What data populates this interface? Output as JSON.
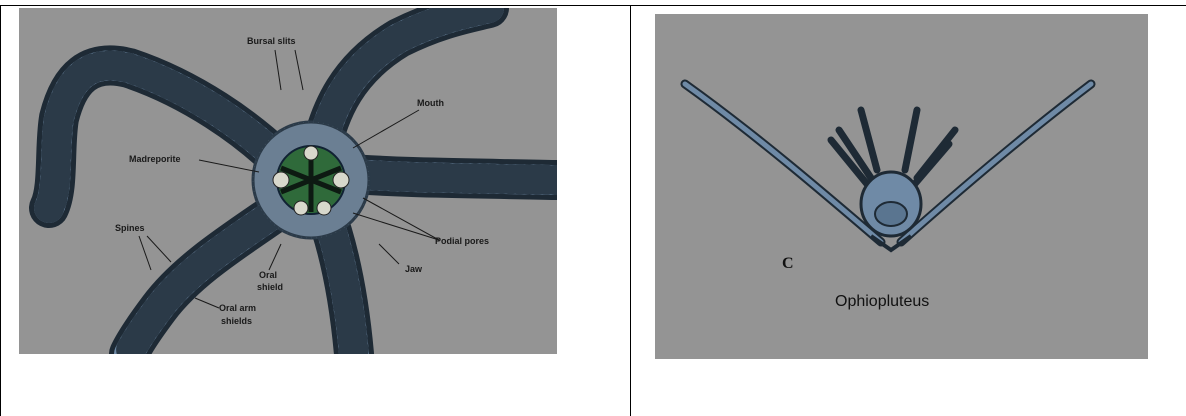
{
  "left_figure": {
    "labels": {
      "bursal_slits": "Bursal slits",
      "mouth": "Mouth",
      "madreporite": "Madreporite",
      "spines": "Spines",
      "podial_pores": "Podial pores",
      "jaw": "Jaw",
      "oral_shield_1": "Oral",
      "oral_shield_2": "shield",
      "oral_arm_shields_1": "Oral arm",
      "oral_arm_shields_2": "shields"
    }
  },
  "right_figure": {
    "panel_letter": "C",
    "caption": "Ophiopluteus"
  },
  "colors": {
    "panel_background": "#949494",
    "arm_blue": "#6f8aa6",
    "arm_dark": "#2b3a48",
    "disc_green": "#2f6a3a"
  }
}
